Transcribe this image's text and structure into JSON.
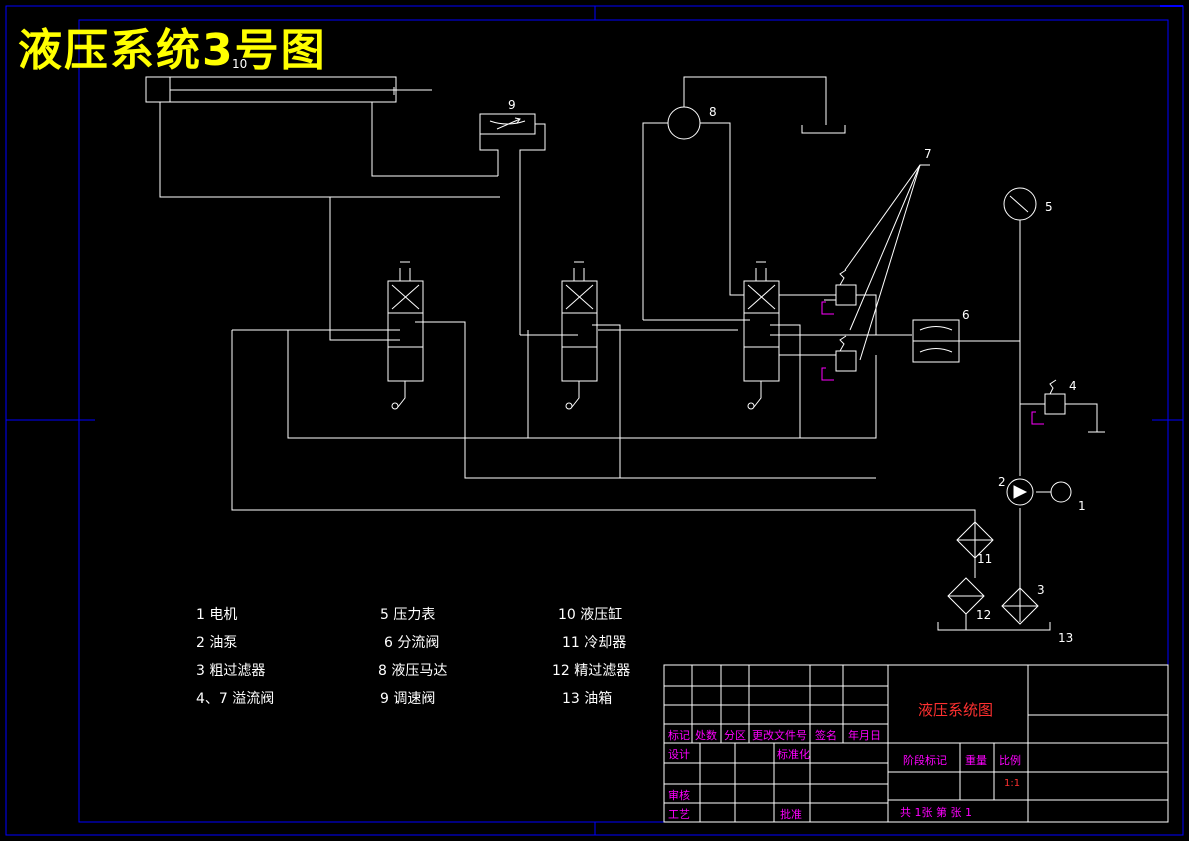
{
  "header": {
    "title": "液压系统3号图"
  },
  "components": [
    {
      "num": "1"
    },
    {
      "num": "2"
    },
    {
      "num": "3"
    },
    {
      "num": "4"
    },
    {
      "num": "5"
    },
    {
      "num": "6"
    },
    {
      "num": "7"
    },
    {
      "num": "8"
    },
    {
      "num": "9"
    },
    {
      "num": "10"
    },
    {
      "num": "11"
    },
    {
      "num": "12"
    },
    {
      "num": "13"
    }
  ],
  "legend": [
    "1 电机",
    "2 油泵",
    "3 粗过滤器",
    "4、7 溢流阀",
    "5 压力表",
    "6 分流阀",
    "8 液压马达",
    "9 调速阀",
    "10 液压缸",
    "11 冷却器",
    "12 精过滤器",
    "13 油箱"
  ],
  "title_block": {
    "drawing_name": "液压系统图",
    "headers": [
      "标记",
      "处数",
      "分区",
      "更改文件号",
      "签名",
      "年月日"
    ],
    "design": "设计",
    "standardization": "标准化",
    "review": "审核",
    "process": "工艺",
    "approve": "批准",
    "stage_mark": "阶段标记",
    "weight": "重量",
    "ratio_label": "比例",
    "ratio_value": "1:1",
    "sheet_info": "共  1张  第  张  1"
  },
  "colors": {
    "frame": "#0000ff",
    "lines": "#ffffff",
    "title": "#ffff00",
    "title_block_text": "#ff00ff",
    "valve_marks": "#ff00ff",
    "drawing_name": "#ff3030"
  }
}
